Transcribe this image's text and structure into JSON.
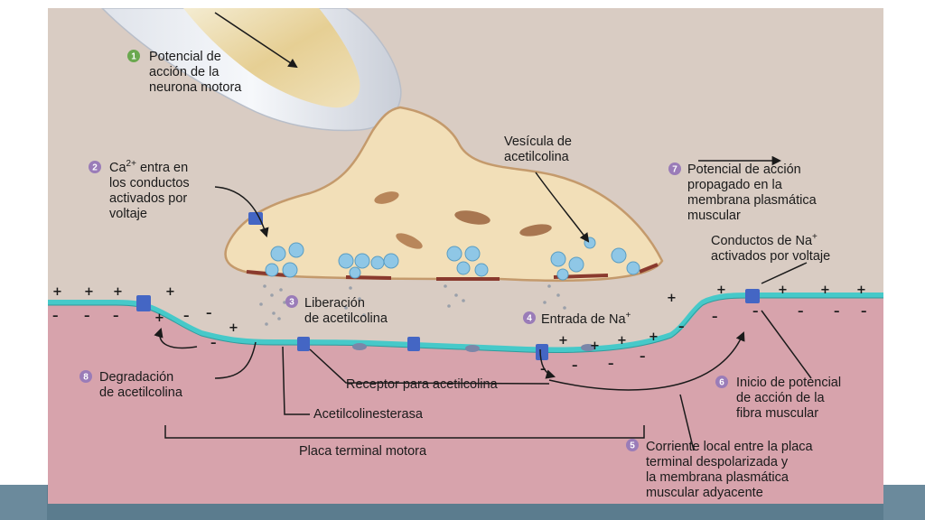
{
  "colors": {
    "background_upper": "#d9ccc3",
    "muscle": "#d7a3ac",
    "membrane": "#46c9c9",
    "terminal": "#f2dfb8",
    "terminal_edge": "#c49a6c",
    "vesicle": "#8fc7e6",
    "receptor": "#4466c4",
    "step_green": "#6aa84f",
    "step_purple": "#9a7cb8",
    "band": "#5b7c8e"
  },
  "labels": {
    "step1": {
      "number": "1",
      "lines": [
        "Potencial de",
        "acción de la",
        "neurona motora"
      ]
    },
    "step2": {
      "number": "2",
      "line1_pre": "Ca",
      "line1_sup": "2+",
      "line1_post": " entra en",
      "lines": [
        "los conductos",
        "activados por",
        "voltaje"
      ]
    },
    "step3": {
      "number": "3",
      "lines": [
        "Liberación",
        "de acetilcolina"
      ]
    },
    "step4": {
      "number": "4",
      "text": "Entrada de Na",
      "sup": "+"
    },
    "step5": {
      "number": "5",
      "lines": [
        "Corriente local entre la placa",
        "terminal despolarizada y",
        "la membrana plasmática",
        "muscular adyacente"
      ]
    },
    "step6": {
      "number": "6",
      "lines": [
        "Inicio de potencial",
        "de acción de la",
        "fibra muscular"
      ]
    },
    "step7": {
      "number": "7",
      "lines": [
        "Potencial de acción",
        "propagado en la",
        "membrana plasmática",
        "muscular"
      ]
    },
    "step8": {
      "number": "8",
      "lines": [
        "Degradación",
        "de acetilcolina"
      ]
    },
    "vesicle": {
      "lines": [
        "Vesícula de",
        "acetilcolina"
      ]
    },
    "na_channels": {
      "line1": "Conductos de Na",
      "line1_sup": "+",
      "line2": "activados por voltaje"
    },
    "receptor": "Receptor para acetilcolina",
    "esterase": "Acetilcolinesterasa",
    "endplate": "Placa terminal motora"
  },
  "icons": [
    "arrow-icon",
    "ion-channel-icon",
    "receptor-icon",
    "vesicle-icon",
    "mitochondrion-icon"
  ]
}
